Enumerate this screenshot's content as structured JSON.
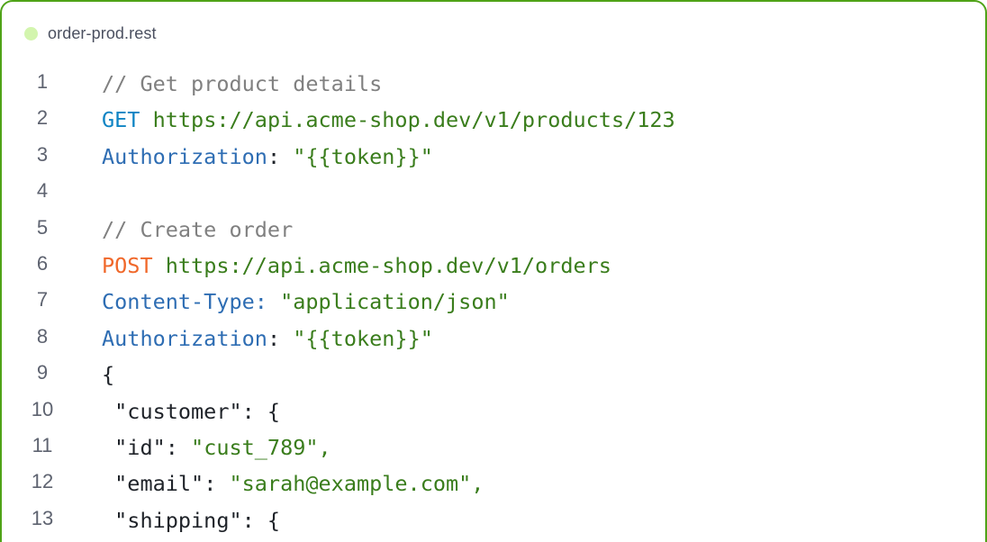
{
  "file": {
    "name": "order-prod.rest",
    "status_dot_color": "#d3f5ae"
  },
  "theme": {
    "border_color": "#4fa317",
    "comment_color": "#808080",
    "get_color": "#0f84c4",
    "post_color": "#f0682a",
    "url_color": "#3a7d1c",
    "header_color": "#2e6db3",
    "string_color": "#3a7d1c",
    "text_color": "#1f2329",
    "line_number_color": "#5e6370"
  },
  "lines": [
    {
      "n": "1",
      "tokens": [
        {
          "t": "// Get product details",
          "k": "comment"
        }
      ]
    },
    {
      "n": "2",
      "tokens": [
        {
          "t": "GET",
          "k": "get"
        },
        {
          "t": " ",
          "k": "punct"
        },
        {
          "t": "https://api.acme-shop.dev/v1/products/123",
          "k": "url"
        }
      ]
    },
    {
      "n": "3",
      "tokens": [
        {
          "t": "Authorization",
          "k": "header"
        },
        {
          "t": ": ",
          "k": "punct"
        },
        {
          "t": "\"{{token}}\"",
          "k": "string"
        }
      ]
    },
    {
      "n": "4",
      "tokens": []
    },
    {
      "n": "5",
      "tokens": [
        {
          "t": "// Create order",
          "k": "comment"
        }
      ]
    },
    {
      "n": "6",
      "tokens": [
        {
          "t": "POST",
          "k": "post"
        },
        {
          "t": " ",
          "k": "punct"
        },
        {
          "t": "https://api.acme-shop.dev/v1/orders",
          "k": "url"
        }
      ]
    },
    {
      "n": "7",
      "tokens": [
        {
          "t": "Content-Type:",
          "k": "header"
        },
        {
          "t": " ",
          "k": "punct"
        },
        {
          "t": "\"application/json\"",
          "k": "string"
        }
      ]
    },
    {
      "n": "8",
      "tokens": [
        {
          "t": "Authorization",
          "k": "header"
        },
        {
          "t": ": ",
          "k": "punct"
        },
        {
          "t": "\"{{token}}\"",
          "k": "string"
        }
      ]
    },
    {
      "n": "9",
      "tokens": [
        {
          "t": "{",
          "k": "punct"
        }
      ]
    },
    {
      "n": "10",
      "tokens": [
        {
          "t": " \"customer\"",
          "k": "key"
        },
        {
          "t": ": {",
          "k": "punct"
        }
      ]
    },
    {
      "n": "11",
      "tokens": [
        {
          "t": " \"id\"",
          "k": "key"
        },
        {
          "t": ": ",
          "k": "punct"
        },
        {
          "t": "\"cust_789\",",
          "k": "string"
        }
      ]
    },
    {
      "n": "12",
      "tokens": [
        {
          "t": " \"email\"",
          "k": "key"
        },
        {
          "t": ": ",
          "k": "punct"
        },
        {
          "t": "\"sarah@example.com\",",
          "k": "string"
        }
      ]
    },
    {
      "n": "13",
      "tokens": [
        {
          "t": " \"shipping\"",
          "k": "key"
        },
        {
          "t": ": {",
          "k": "punct"
        }
      ]
    }
  ]
}
